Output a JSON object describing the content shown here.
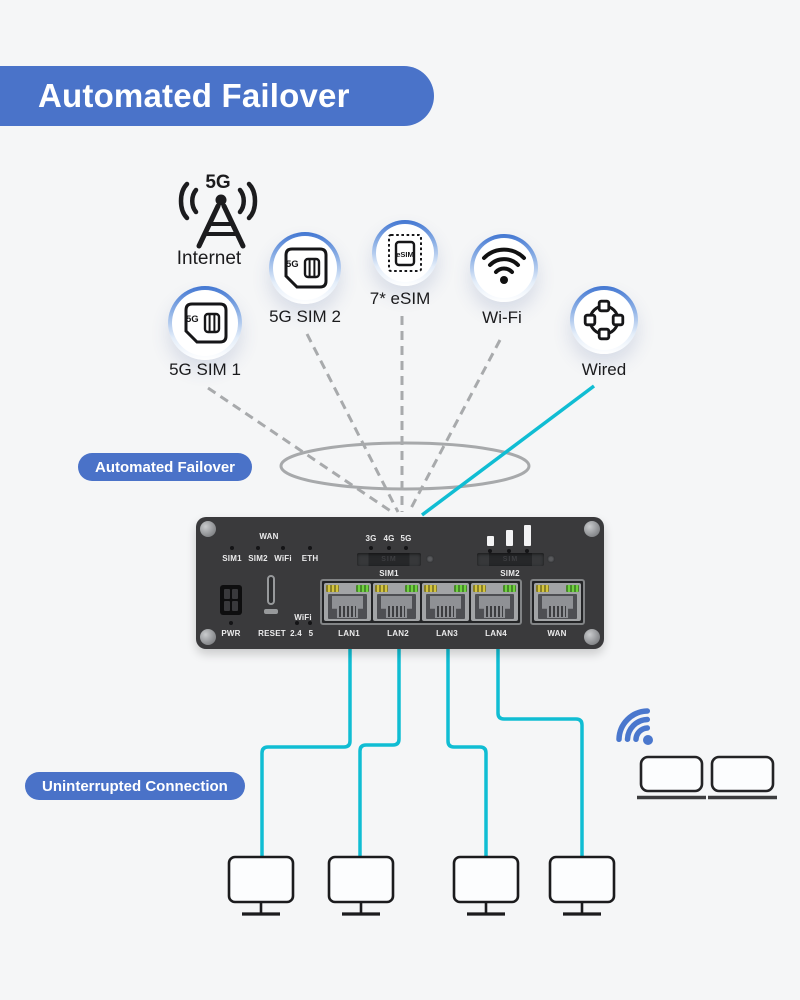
{
  "banner": {
    "title": "Automated Failover"
  },
  "internet": {
    "badge": "5G",
    "label": "Internet"
  },
  "sources": [
    {
      "label": "5G SIM 1",
      "card_text": "5G",
      "icon": "sim-card-icon"
    },
    {
      "label": "5G SIM 2",
      "card_text": "5G",
      "icon": "sim-card-icon"
    },
    {
      "label": "7* eSIM",
      "chip_text": "eSIM",
      "icon": "esim-icon"
    },
    {
      "label": "Wi-Fi",
      "icon": "wifi-icon"
    },
    {
      "label": "Wired",
      "icon": "wired-network-icon"
    }
  ],
  "pills": {
    "failover": "Automated Failover",
    "uninterrupted": "Uninterrupted Connection"
  },
  "router": {
    "wan_led_label": "WAN",
    "status_leds": [
      "SIM1",
      "SIM2",
      "WiFi",
      "ETH"
    ],
    "gen_leds": [
      "3G",
      "4G",
      "5G"
    ],
    "sim_etch": "SIM",
    "sim_slots": [
      "SIM1",
      "SIM2"
    ],
    "pwr_label": "PWR",
    "reset_label": "RESET",
    "wifi_label": "WiFi",
    "wifi_bands": [
      "2.4",
      "5"
    ],
    "lan_ports": [
      "LAN1",
      "LAN2",
      "LAN3",
      "LAN4"
    ],
    "wan_port": "WAN"
  },
  "colors": {
    "accent_blue": "#4a73c9",
    "cyan": "#10bdd3",
    "dash_gray": "#a8aaac",
    "router_body": "#3a3a3c"
  }
}
